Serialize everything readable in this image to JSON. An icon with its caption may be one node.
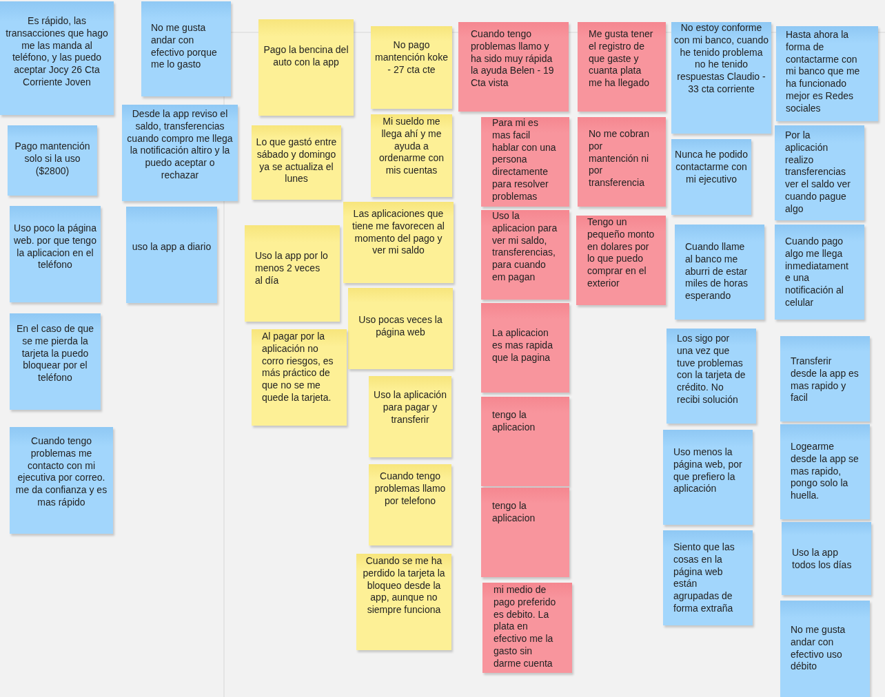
{
  "diagram": {
    "nodes": [
      {
        "text": [
          "Es rápido, las transacciones que hago me las manda al teléfono, y las puedo aceptar Jocy 26 Cta Corriente Joven"
        ]
      },
      {
        "text": [
          "No me gusta andar con efectivo porque me lo gasto"
        ]
      },
      {
        "text": [
          "Pago mantención solo si la uso ($2800)"
        ]
      },
      {
        "text": [
          "Desde la app reviso el saldo, transferencias cuando compro me llega la notificación altiro y la puedo aceptar o rechazar"
        ]
      },
      {
        "text": [
          "Uso poco la página web. por que tengo la aplicacion en el teléfono"
        ]
      },
      {
        "text": [
          "uso la app a diario"
        ]
      },
      {
        "text": [
          "En el caso de que se me pierda la tarjeta la puedo bloquear por el teléfono"
        ]
      },
      {
        "text": [
          "Cuando tengo problemas me contacto con mi ejecutiva por correo. me da confianza y es mas rápido"
        ]
      },
      {
        "text": [
          "Pago la bencina del auto con la app"
        ]
      },
      {
        "text": [
          "No pago mantención koke - 27 cta cte"
        ]
      },
      {
        "text": [
          "Lo que gastó entre sábado y domingo ya se actualiza el lunes"
        ]
      },
      {
        "text": [
          "Mi sueldo me llega ahí y me ayuda a ordenarme con mis cuentas"
        ]
      },
      {
        "text": [
          "Uso la app por lo menos 2 veces al día"
        ]
      },
      {
        "text": [
          "Las aplicaciones que tiene me favorecen al momento del pago y ver mi saldo"
        ]
      },
      {
        "text": [
          "Uso pocas veces la página web"
        ]
      },
      {
        "text": [
          "Al pagar por la aplicación no corro riesgos, es más práctico de que no se me quede la tarjeta."
        ]
      },
      {
        "text": [
          "Uso la aplicación para pagar y transferir"
        ]
      },
      {
        "text": [
          "Cuando tengo problemas llamo por telefono"
        ]
      },
      {
        "text": [
          "Cuando se me ha perdido la tarjeta la bloqueo desde la app, aunque no siempre funciona"
        ]
      },
      {
        "text": [
          "Cuando tengo problemas llamo y ha sido muy rápida la ayuda Belen - 19 Cta vista"
        ]
      },
      {
        "text": [
          "Me gusta tener el registro de que gaste y cuanta plata me ha llegado"
        ]
      },
      {
        "text": [
          "Para mi es mas facil hablar con una persona directamente para resolver problemas"
        ]
      },
      {
        "text": [
          "No me cobran por mantención ni por transferencia"
        ]
      },
      {
        "text": [
          "Uso la aplicacion para ver mi saldo, transferencias, para cuando em pagan"
        ]
      },
      {
        "text": [
          "Tengo un pequeño monto en dolares por lo que puedo comprar en el exterior"
        ]
      },
      {
        "text": [
          "La aplicacion es mas rapida que la pagina"
        ]
      },
      {
        "text": [
          "tengo la aplicacion"
        ]
      },
      {
        "text": [
          "tengo la aplicacion"
        ]
      },
      {
        "text": [
          "mi medio de pago preferido es debito. La plata en efectivo me la gasto sin darme cuenta"
        ]
      },
      {
        "text": [
          "No estoy conforme con mi banco, cuando he tenido problema no he tenido respuestas Claudio - 33 cta corriente"
        ]
      },
      {
        "text": [
          "Hasta ahora la forma de contactarme con mi banco que me ha funcionado mejor es Redes sociales"
        ]
      },
      {
        "text": [
          "Nunca he podido contactarme con mi ejecutivo"
        ]
      },
      {
        "text": [
          "Por la aplicación realizo transferencias ver el saldo ver cuando pague algo"
        ]
      },
      {
        "text": [
          "Cuando llame al banco me aburri de estar miles de horas esperando"
        ]
      },
      {
        "text": [
          "Cuando pago algo me llega inmediatament e una notificación al celular"
        ]
      },
      {
        "text": [
          "Los sigo por una vez que tuve problemas con la tarjeta de crédito. No recibi solución"
        ]
      },
      {
        "text": [
          "Transferir desde la app es mas rapido y facil"
        ]
      },
      {
        "text": [
          "Uso menos la página web, por que prefiero la aplicación"
        ]
      },
      {
        "text": [
          "Logearme desde la app se mas rapido, pongo solo la huella."
        ]
      },
      {
        "text": [
          "Siento que las cosas en la página web están agrupadas de forma extraña"
        ]
      },
      {
        "text": [
          "Uso la app todos los días"
        ]
      },
      {
        "text": [
          "No me gusta andar con efectivo uso débito"
        ]
      }
    ]
  }
}
